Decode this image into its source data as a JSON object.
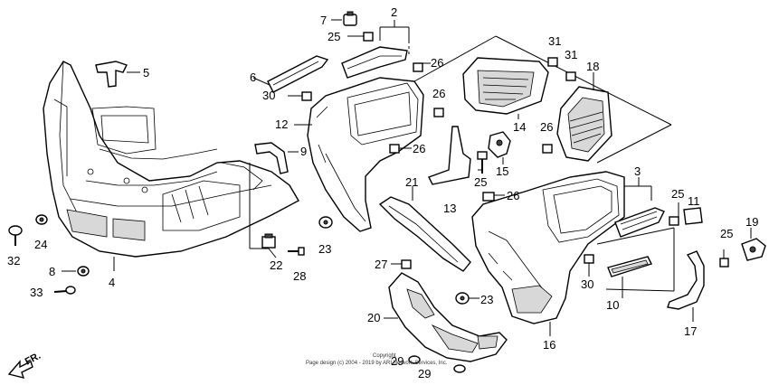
{
  "labels": {
    "n2": "2",
    "n3": "3",
    "n4": "4",
    "n5": "5",
    "n6": "6",
    "n7": "7",
    "n8": "8",
    "n9": "9",
    "n10": "10",
    "n11": "11",
    "n12": "12",
    "n13": "13",
    "n14": "14",
    "n15": "15",
    "n16": "16",
    "n17": "17",
    "n18": "18",
    "n19": "19",
    "n20": "20",
    "n21": "21",
    "n22": "22",
    "n23a": "23",
    "n23b": "23",
    "n24": "24",
    "n25a": "25",
    "n25b": "25",
    "n25c": "25",
    "n25d": "25",
    "n26a": "26",
    "n26b": "26",
    "n26c": "26",
    "n26d": "26",
    "n26e": "26",
    "n27": "27",
    "n28": "28",
    "n29a": "29",
    "n29b": "29",
    "n30a": "30",
    "n30b": "30",
    "n31a": "31",
    "n31b": "31",
    "n32": "32",
    "n33": "33"
  },
  "direction": "FR.",
  "copyright": "Copyright",
  "footer": "Page design (c) 2004 - 2019 by ARI Network Services, Inc."
}
